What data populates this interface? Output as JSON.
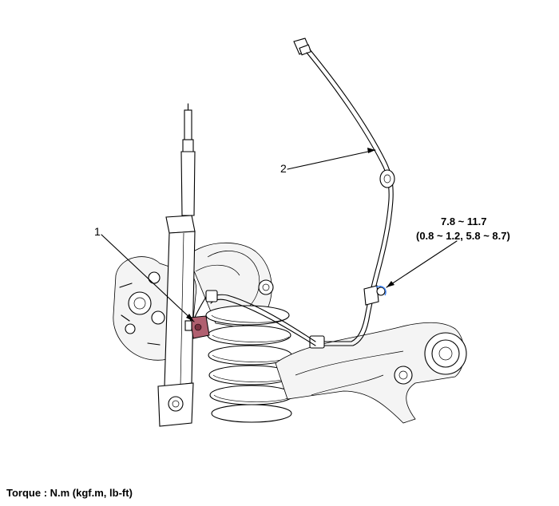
{
  "callouts": {
    "part_1": "1",
    "part_2": "2"
  },
  "torque_spec": {
    "line1": "7.8 ~ 11.7",
    "line2": "(0.8 ~ 1.2, 5.8 ~ 8.7)"
  },
  "footer": {
    "torque_units": "Torque : N.m (kgf.m, lb-ft)"
  },
  "colors": {
    "line": "#000000",
    "background": "#ffffff",
    "highlight_bracket": "#3b82f6",
    "sensor_body": "#b06070"
  }
}
